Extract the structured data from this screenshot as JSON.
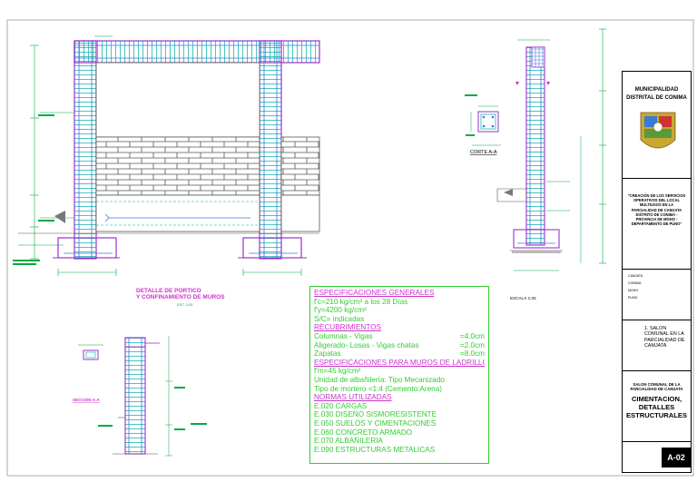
{
  "drawing": {
    "portico_title_line1": "DETALLE DE PORTICO",
    "portico_title_line2": "Y CONFINAMIENTO DE MUROS",
    "portico_scale": "ESC. 1/25",
    "corte_label": "CORTE A-A",
    "escala_label": "ESCALA 1:25",
    "seccion_label": "SECCION A-A"
  },
  "specs": {
    "h_generales": "ESPECIFICACIONES GENERALES",
    "l1": "f'c=210 kg/cm² a los 28 Días",
    "l2": "f'y=4200 kg/cm²",
    "l3": "S/C= indicadas",
    "h_recub": "RECUBRIMIENTOS",
    "r1_label": "Columnas - Vigas",
    "r1_value": "=4.0cm",
    "r2_label": "Aligerado- Losas - Vigas chatas",
    "r2_value": "=2.0cm",
    "r3_label": "Zapatas",
    "r3_value": "=8.0cm",
    "h_muros": "ESPECIFICACIONES PARA MUROS DE LADRILLO",
    "m1": "f'm=45 kg/cm²",
    "m2": "Unidad de albañilería: Tipo Mecanizado",
    "m3": "Tipo de mortero =1:4 (Cemento:Arena)",
    "h_normas": "NORMAS UTILIZADAS",
    "n1": "E.020 CARGAS",
    "n2": "E.030 DISEÑO SISMORESISTENTE",
    "n3": "E.050 SUELOS Y CIMENTACIONES",
    "n4": "E.060 CONCRETO ARMADO",
    "n5": "E.070 ALBAÑILERIA",
    "n6": "E.090 ESTRUCTURAS METALICAS"
  },
  "title_block": {
    "entity_line1": "MUNICIPALIDAD",
    "entity_line2": "DISTRITAL DE CONIMA",
    "project": "\"CREACIÓN DE LOS SERVICIOS OPERATIVOS DEL LOCAL MULTIUSOS EN LA PARCIALIDAD DE CAMJATA DISTRITO DE CONIMA - PROVINCIA DE MOHO - DEPARTAMENTO DE PUNO\"",
    "place_value": "CAMJATA",
    "district_value": "CONIMA",
    "province_value": "MOHO",
    "dept_value": "PUNO",
    "location_note": "1. SALON COMUNAL EN LA PARCIALIDAD DE CAMJATA",
    "sheet_subtitle": "SALON COMUNAL DE LA PARCIALIDAD DE CAMJATA",
    "sheet_title_line1": "CIMENTACION,",
    "sheet_title_line2": "DETALLES",
    "sheet_title_line3": "ESTRUCTURALES",
    "sheet_number": "A-02"
  }
}
